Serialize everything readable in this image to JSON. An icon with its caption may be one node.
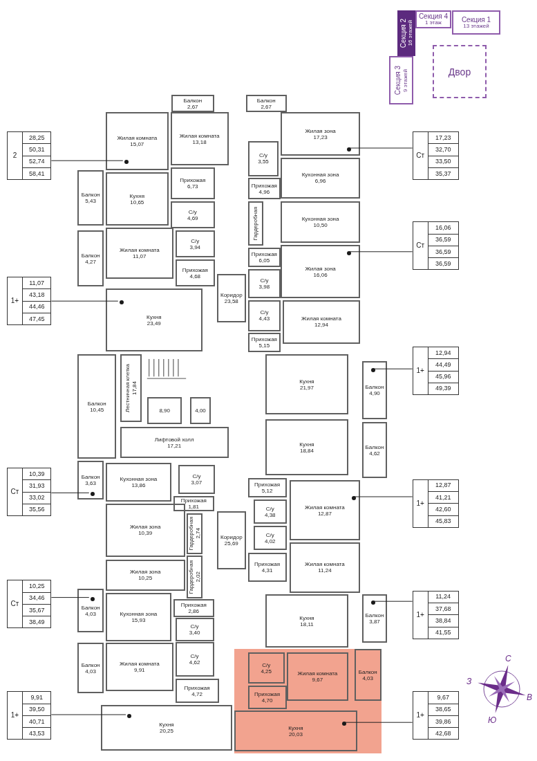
{
  "diagram": {
    "nodes": [
      {
        "text": [
          "2",
          "28,25",
          "50,31",
          "52,74",
          "58,41"
        ]
      },
      {
        "text": [
          "Балкон",
          "2,67"
        ]
      },
      {
        "text": [
          "Балкон",
          "2,67"
        ]
      },
      {
        "text": [
          "Ст",
          "17,23",
          "32,70",
          "33,50",
          "35,37"
        ]
      },
      {
        "text": [
          "Жилая комната",
          "15,07"
        ]
      },
      {
        "text": [],
        "shape": "circle",
        "in": 4
      },
      {
        "text": [
          "Жилая комната",
          "13,18"
        ]
      },
      {
        "text": [
          "Жилая зона",
          "17,23"
        ]
      },
      {
        "text": [],
        "shape": "circle",
        "in": 7
      },
      {
        "text": [
          "С/у",
          "3,55"
        ]
      },
      {
        "text": [
          "Кухонная зона",
          "6,96"
        ]
      },
      {
        "text": [
          "Балкон",
          "5,43"
        ]
      },
      {
        "text": [
          "Кухня",
          "10,65"
        ]
      },
      {
        "text": [
          "Прихожая",
          "6,73"
        ]
      },
      {
        "text": [
          "С/у",
          "4,69"
        ]
      },
      {
        "text": [
          "Прихожая",
          "4,96"
        ]
      },
      {
        "text": [
          "Гардеробная"
        ]
      },
      {
        "text": [
          "Кухонная зона",
          "10,50"
        ]
      },
      {
        "text": [
          "Ст",
          "16,06",
          "36,59",
          "36,59",
          "36,59"
        ]
      },
      {
        "text": [
          "Жилая комната",
          "11,07"
        ]
      },
      {
        "text": [
          "С/у",
          "3,94"
        ]
      },
      {
        "text": [
          "Балкон",
          "4,27"
        ]
      },
      {
        "text": [
          "Прихожая",
          "6,05"
        ]
      },
      {
        "text": [
          "Жилая зона",
          "16,06"
        ]
      },
      {
        "text": [],
        "shape": "circle",
        "in": 23
      },
      {
        "text": [
          "С/у",
          "3,98"
        ]
      },
      {
        "text": [
          "1+",
          "11,07",
          "43,18",
          "44,46",
          "47,45"
        ]
      },
      {
        "text": [
          "Прихожая",
          "4,68"
        ]
      },
      {
        "text": [
          "Коридор",
          "23,58"
        ]
      },
      {
        "text": [
          "Кухня",
          "23,49"
        ]
      },
      {
        "text": [],
        "shape": "circle",
        "in": 29
      },
      {
        "text": [
          "С/у",
          "4,43"
        ]
      },
      {
        "text": [
          "Жилая комната",
          "12,94"
        ]
      },
      {
        "text": [
          "Прихожая",
          "5,15"
        ]
      },
      {
        "text": [
          "1+",
          "12,94",
          "44,49",
          "45,96",
          "49,39"
        ]
      },
      {
        "text": [
          "Балкон",
          "10,45"
        ]
      },
      {
        "text": [
          "Лестничная клетка",
          "17,84"
        ]
      },
      {
        "text": [
          "Кухня",
          "21,97"
        ]
      },
      {
        "text": [
          "Балкон",
          "4,90"
        ]
      },
      {
        "text": [],
        "shape": "circle",
        "in": 38
      },
      {
        "text": [
          "8,90"
        ]
      },
      {
        "text": [
          "4,00"
        ]
      },
      {
        "text": [
          "Кухня",
          "18,84"
        ]
      },
      {
        "text": [
          "Лифтовой холл",
          "17,21"
        ]
      },
      {
        "text": [
          "Балкон",
          "4,62"
        ]
      },
      {
        "text": [
          "Балкон",
          "3,63"
        ]
      },
      {
        "text": [],
        "shape": "circle",
        "in": 45
      },
      {
        "text": [
          "Ст",
          "10,39",
          "31,93",
          "33,02",
          "35,56"
        ]
      },
      {
        "text": [
          "Кухонная зона",
          "13,86"
        ]
      },
      {
        "text": [
          "С/у",
          "3,07"
        ]
      },
      {
        "text": [
          "Прихожая",
          "5,12"
        ]
      },
      {
        "text": [
          "Прихожая",
          "1,81"
        ]
      },
      {
        "text": [
          "1+",
          "12,87",
          "41,21",
          "42,60",
          "45,83"
        ]
      },
      {
        "text": [
          "Жилая комната",
          "12,87"
        ]
      },
      {
        "text": [],
        "shape": "circle",
        "in": 53
      },
      {
        "text": [
          "С/у",
          "4,38"
        ]
      },
      {
        "text": [
          "Жилая зона",
          "10,39"
        ]
      },
      {
        "text": [
          "Гардеробная",
          "2,74"
        ]
      },
      {
        "text": [
          "Коридор",
          "25,69"
        ]
      },
      {
        "text": [
          "С/у",
          "4,02"
        ]
      },
      {
        "text": [
          "Жилая комната",
          "11,24"
        ]
      },
      {
        "text": [
          "Прихожая",
          "4,31"
        ]
      },
      {
        "text": [
          "Жилая зона",
          "10,25"
        ]
      },
      {
        "text": [
          "Гардеробная",
          "2,02"
        ]
      },
      {
        "text": [
          "Ст",
          "10,25",
          "34,46",
          "35,67",
          "38,49"
        ]
      },
      {
        "text": [
          "Балкон",
          "4,03"
        ]
      },
      {
        "text": [],
        "shape": "circle",
        "in": 65
      },
      {
        "text": [
          "Прихожая",
          "2,86"
        ]
      },
      {
        "text": [
          "1+",
          "11,24",
          "37,68",
          "38,84",
          "41,55"
        ]
      },
      {
        "text": [
          "Балкон",
          "3,87"
        ]
      },
      {
        "text": [],
        "shape": "circle",
        "in": 69
      },
      {
        "text": [
          "Кухня",
          "18,11"
        ]
      },
      {
        "text": [
          "Кухонная зона",
          "15,93"
        ]
      },
      {
        "text": [
          "С/у",
          "3,40"
        ]
      },
      {
        "text": [
          "Балкон",
          "4,03"
        ]
      },
      {
        "text": [
          "Жилая комната",
          "9,91"
        ]
      },
      {
        "text": [
          "С/у",
          "4,62"
        ]
      },
      {
        "text": [],
        "shape": "box"
      },
      {
        "text": [
          "С/у",
          "4,25"
        ],
        "in": 77
      },
      {
        "text": [
          "Жилая комната",
          "9,67"
        ],
        "in": 77
      },
      {
        "text": [
          "Балкон",
          "4,03"
        ],
        "in": 77
      },
      {
        "text": [
          "Прихожая",
          "4,72"
        ]
      },
      {
        "text": [
          "Прихожая",
          "4,70"
        ],
        "in": 77
      },
      {
        "text": [
          "1+",
          "9,91",
          "39,50",
          "40,71",
          "43,53"
        ]
      },
      {
        "text": [
          "Кухня",
          "20,25"
        ]
      },
      {
        "text": [],
        "shape": "circle",
        "in": 84
      },
      {
        "text": [
          "Кухня",
          "20,03"
        ],
        "in": 77
      },
      {
        "text": [],
        "shape": "circle",
        "in": 86
      },
      {
        "text": [
          "1+",
          "9,67",
          "38,65",
          "39,86",
          "42,68"
        ]
      },
      {
        "text": [
          "Секция 4",
          "1 этаж"
        ]
      },
      {
        "text": [
          "Секция 1",
          "13 этажей"
        ]
      },
      {
        "text": [
          "Секция 2",
          "16 этажей"
        ]
      },
      {
        "text": [
          "Секция 3",
          "9 этажей"
        ]
      },
      {
        "text": [
          "Двор"
        ]
      }
    ],
    "edges": [
      {
        "from": 0,
        "to": 5,
        "arrow": "none"
      },
      {
        "from": 3,
        "to": 8,
        "arrow": "none"
      },
      {
        "from": 18,
        "to": 24,
        "arrow": "none"
      },
      {
        "from": 26,
        "to": 30,
        "arrow": "none"
      },
      {
        "from": 34,
        "to": 39,
        "arrow": "none"
      },
      {
        "from": 47,
        "to": 46,
        "arrow": "none"
      },
      {
        "from": 52,
        "to": 54,
        "arrow": "none"
      },
      {
        "from": 64,
        "to": 66,
        "arrow": "none"
      },
      {
        "from": 68,
        "to": 70,
        "arrow": "none"
      },
      {
        "from": 83,
        "to": 85,
        "arrow": "none"
      },
      {
        "from": 88,
        "to": 87,
        "arrow": "none"
      }
    ],
    "labels": [
      "С",
      "З",
      "В",
      "Ю"
    ]
  }
}
